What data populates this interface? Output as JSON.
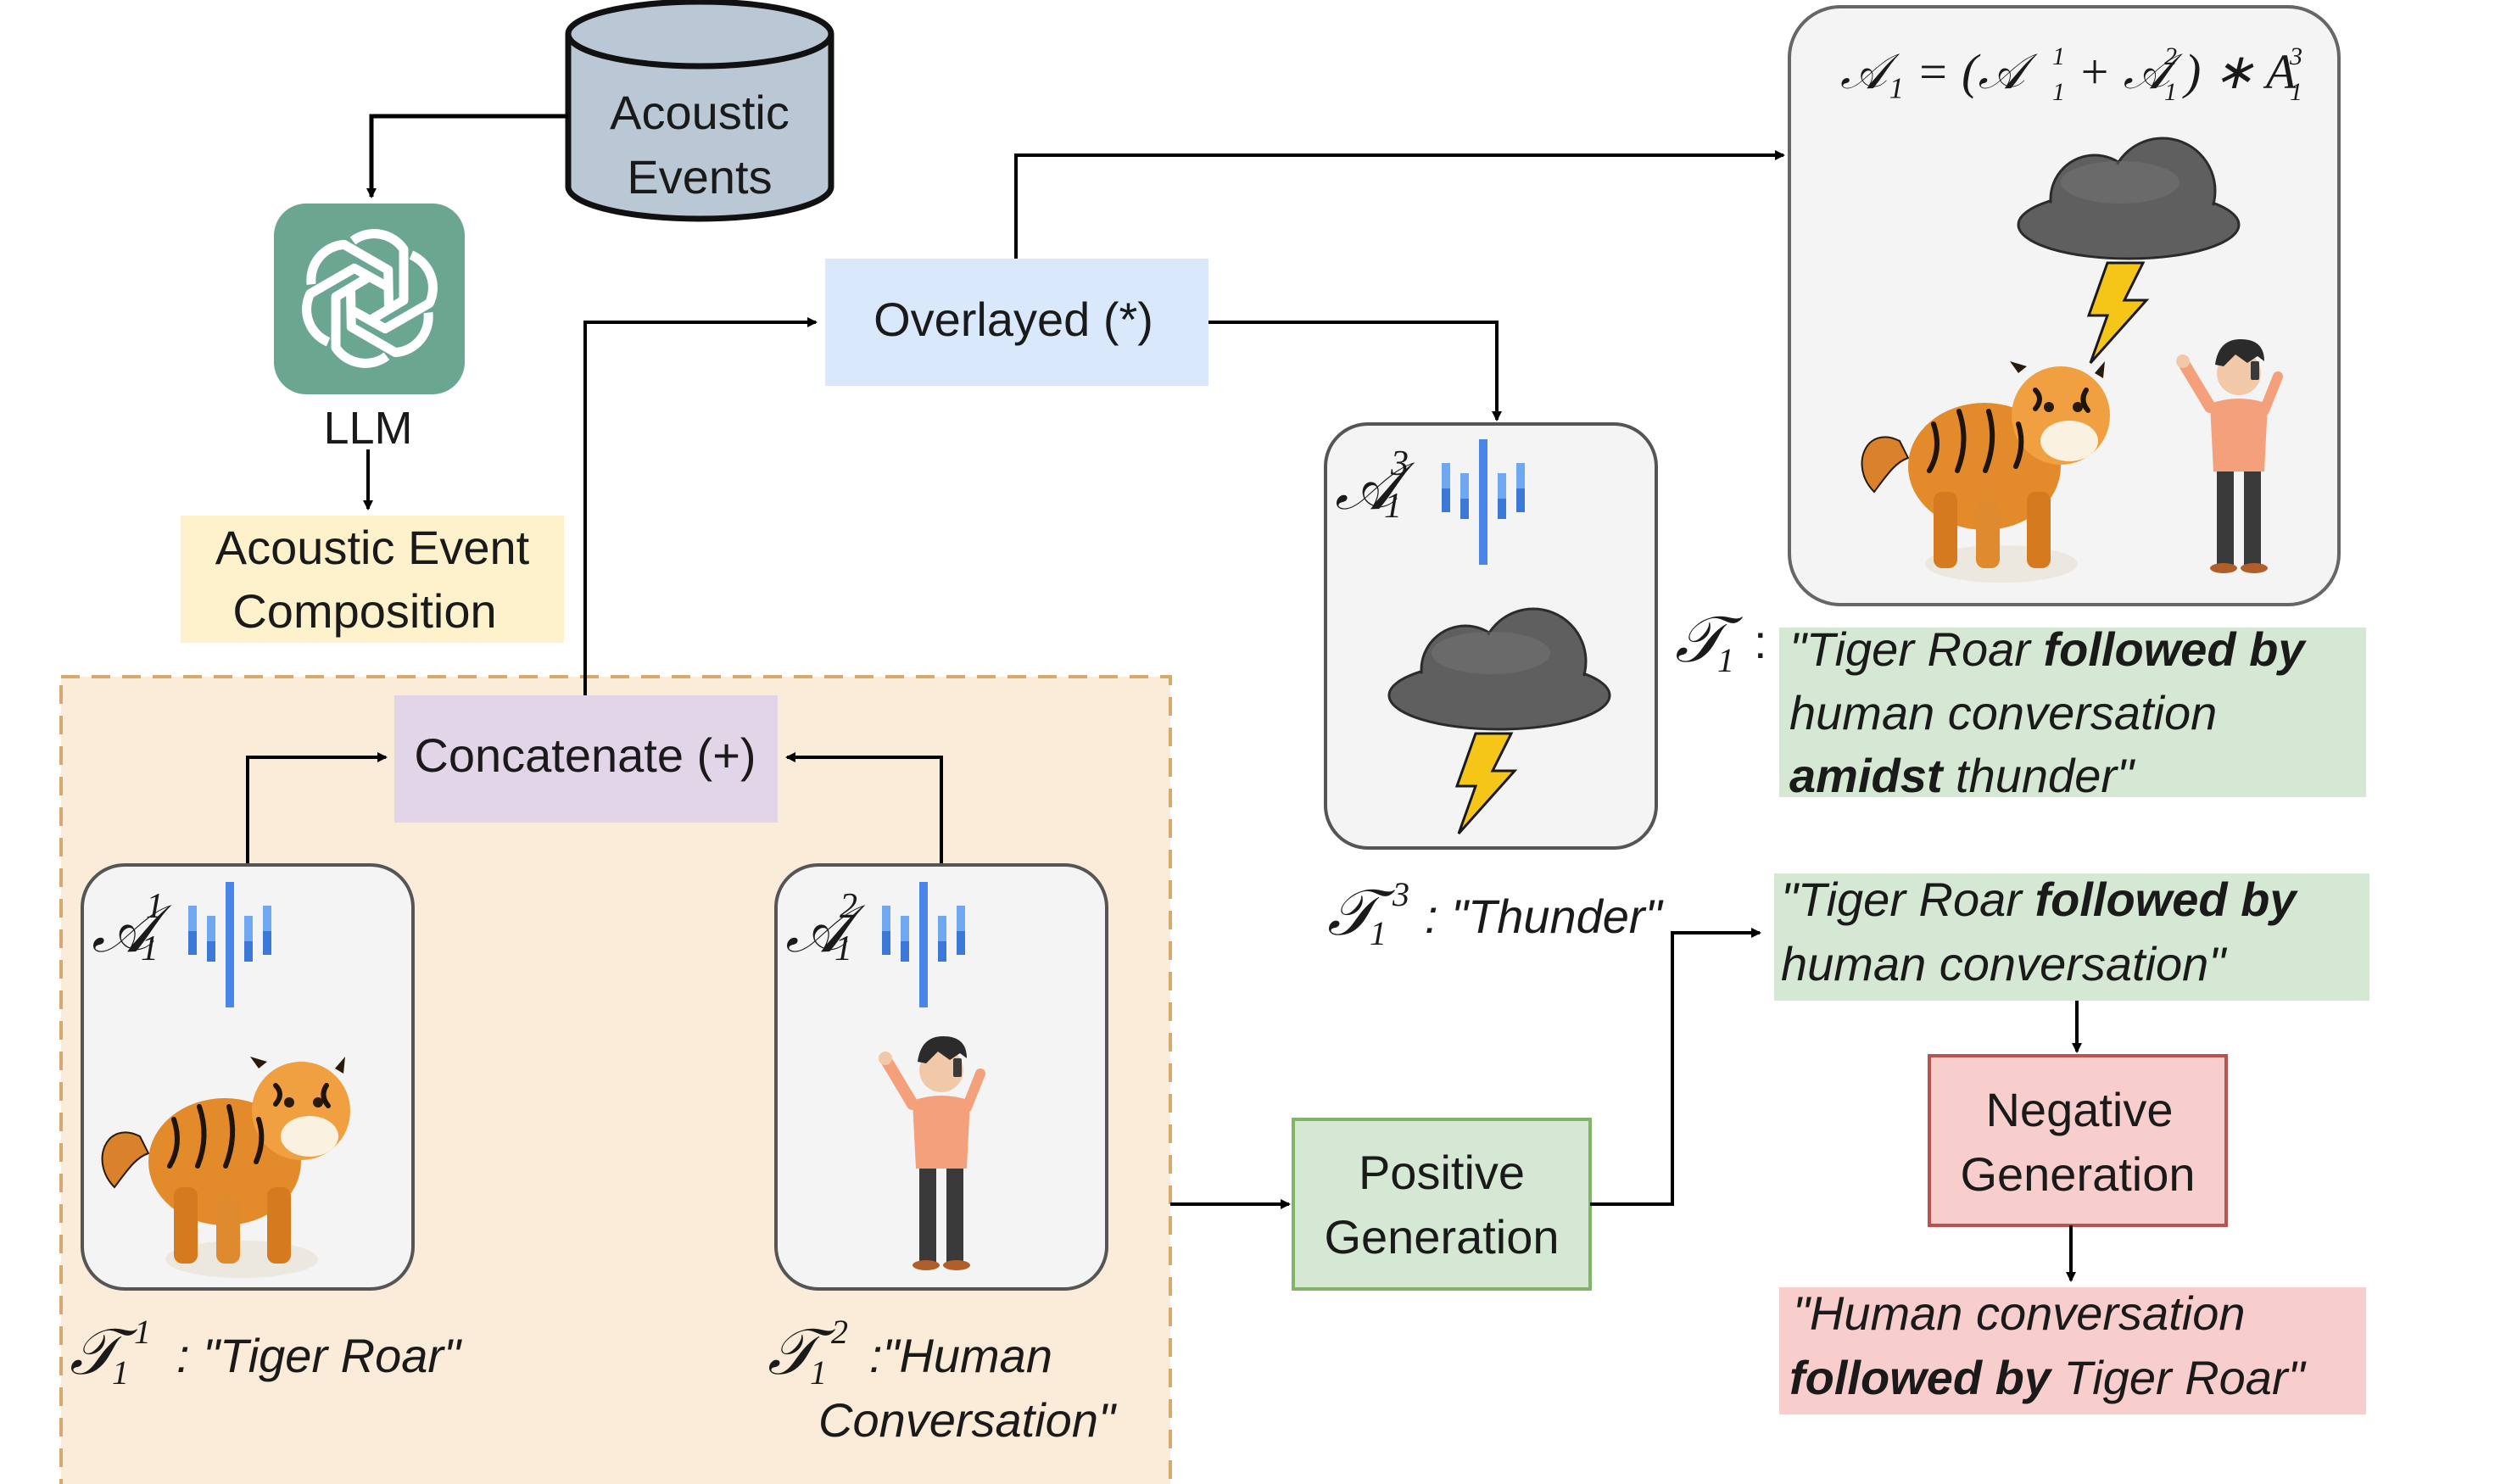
{
  "db": {
    "line1": "Acoustic",
    "line2": "Events"
  },
  "llm": {
    "label": "LLM"
  },
  "composition": {
    "line1": "Acoustic Event",
    "line2": "Composition"
  },
  "overlay": {
    "label": "Overlayed (*)"
  },
  "concat": {
    "label": "Concatenate (+)"
  },
  "formula": {
    "lhs": "𝒜₁ = (𝒜",
    "plus": "+ 𝒜",
    "rparen": ") ∗ A",
    "sub1": "1",
    "sup1": "1",
    "sup2": "2",
    "sup3": "3"
  },
  "audio1": {
    "symbol": "𝒜",
    "sup": "1",
    "sub": "1"
  },
  "audio2": {
    "symbol": "𝒜",
    "sup": "2",
    "sub": "1"
  },
  "audio3": {
    "symbol": "𝒜",
    "sup": "3",
    "sub": "1"
  },
  "caption1": {
    "symbol": "𝒯",
    "sup": "1",
    "sub": "1",
    "text": ": \"Tiger Roar\""
  },
  "caption2": {
    "symbol": "𝒯",
    "sup": "2",
    "sub": "1",
    "text1": ":\"Human",
    "text2": "Conversation\""
  },
  "caption3": {
    "symbol": "𝒯",
    "sup": "3",
    "sub": "1",
    "text": ": \"Thunder\""
  },
  "caption_combined": {
    "symbol": "𝒯",
    "sub": "1",
    "colon": ":",
    "l1a": "\"Tiger Roar ",
    "l1b": "followed by",
    "l2": "human conversation",
    "l3a": "amidst",
    "l3b": " thunder\""
  },
  "positive_caption": {
    "l1a": "\"Tiger Roar ",
    "l1b": "followed by",
    "l2": "human conversation\""
  },
  "negative_caption": {
    "l1": "\"Human conversation",
    "l2a": "followed by",
    "l2b": " Tiger Roar\""
  },
  "positive_gen": {
    "line1": "Positive",
    "line2": "Generation"
  },
  "negative_gen": {
    "line1": "Negative",
    "line2": "Generation"
  },
  "colors": {
    "db_fill": "#b9c8d4",
    "llm_green": "#6aa690",
    "composition_fill": "#fdf2cc",
    "overlay_fill": "#dae8fc",
    "concat_fill": "#e1d5e7",
    "region_fill": "#fbebd9",
    "region_border": "#d6a96f",
    "green_box": "#d5e8d4",
    "green_border": "#82b366",
    "red_box": "#f8cecc",
    "red_border": "#b85450",
    "wave_blue": "#4a86e8",
    "cloud": "#6b6b6b",
    "bolt": "#f5c518"
  }
}
